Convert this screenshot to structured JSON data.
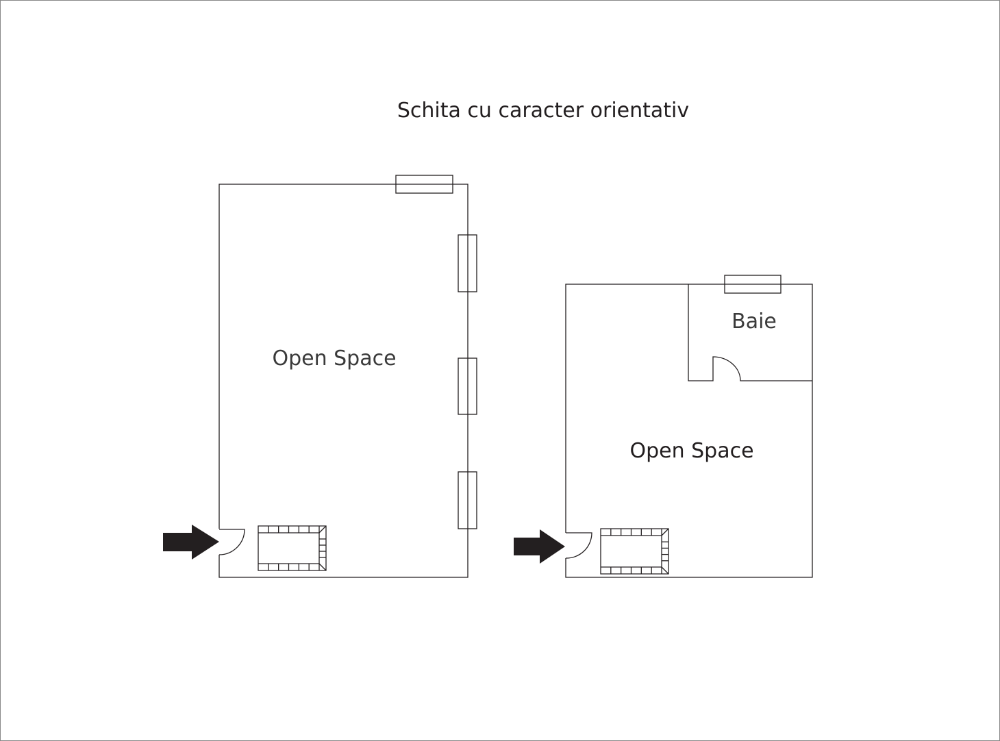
{
  "title": "Schita cu caracter orientativ",
  "plans": [
    {
      "rooms": [
        {
          "label": "Open Space"
        }
      ]
    },
    {
      "rooms": [
        {
          "label": "Baie"
        },
        {
          "label": "Open Space"
        }
      ]
    }
  ],
  "colors": {
    "line": "#231f20",
    "text": "#231f20",
    "border": "#888888"
  }
}
